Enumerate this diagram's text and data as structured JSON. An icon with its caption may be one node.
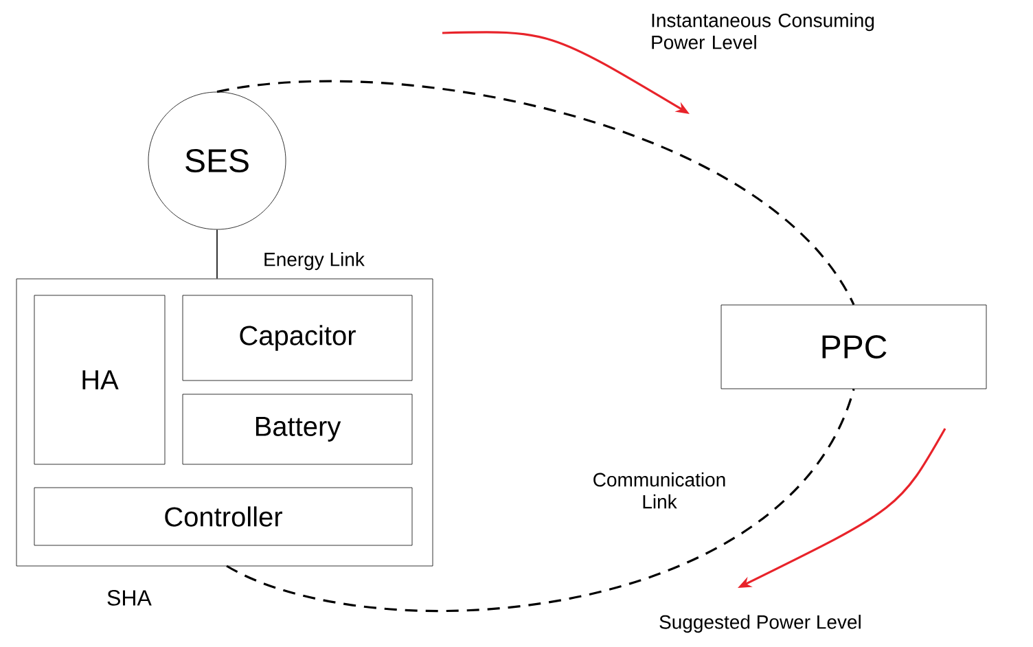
{
  "diagram": {
    "nodes": [
      {
        "text": [
          "SES"
        ]
      },
      {
        "text": [
          "SHA"
        ]
      },
      {
        "text": [
          "HA"
        ],
        "in": 1
      },
      {
        "text": [
          "Capacitor"
        ],
        "in": 1
      },
      {
        "text": [
          "Battery"
        ],
        "in": 1
      },
      {
        "text": [
          "Controller"
        ],
        "in": 1
      },
      {
        "text": [
          "PPC"
        ]
      }
    ],
    "edges": [
      {
        "from": 0,
        "to": 1,
        "arrow": "none",
        "label": "Energy Link"
      },
      {
        "from": 0,
        "to": 6,
        "arrow": "none",
        "style": "dashed"
      },
      {
        "from": 1,
        "to": 6,
        "arrow": "none",
        "style": "dashed",
        "label": "Communication Link"
      }
    ],
    "labels": [
      "Instantaneous Consuming Power Level",
      "Suggested Power Level"
    ]
  }
}
